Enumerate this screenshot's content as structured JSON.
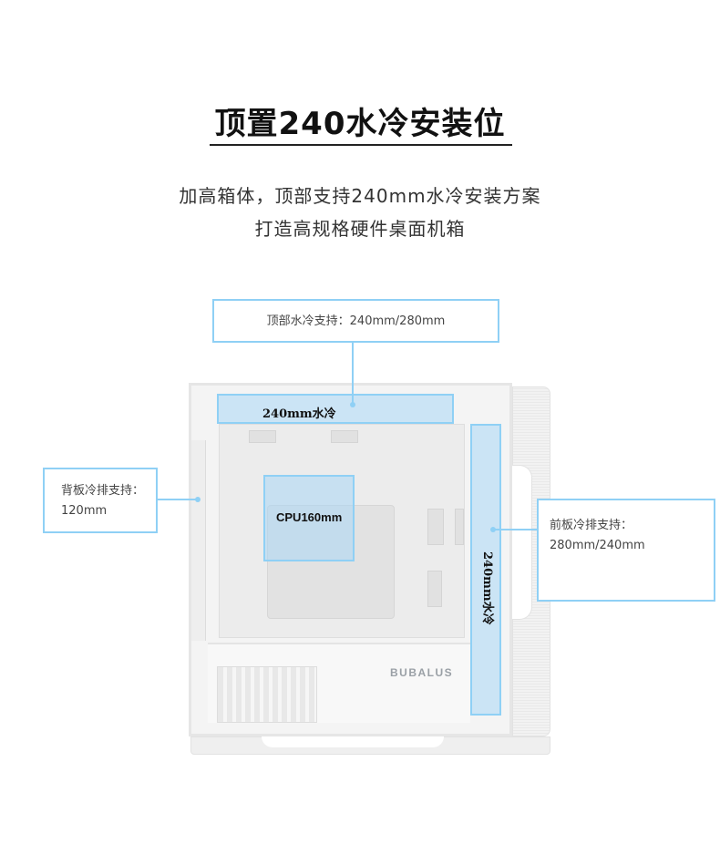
{
  "heading": {
    "title": "顶置240水冷安装位",
    "subtitle_line1": "加高箱体，顶部支持240mm水冷安装方案",
    "subtitle_line2": "打造高规格硬件桌面机箱"
  },
  "callouts": {
    "top": "顶部水冷支持：240mm/280mm",
    "rear_title": "背板冷排支持：",
    "rear_value": "120mm",
    "front_title": "前板冷排支持：",
    "front_value": "280mm/240mm"
  },
  "zones": {
    "top_label": "240mm水冷",
    "cpu_label": "CPU160mm",
    "front_label": "240mm水冷"
  },
  "case": {
    "brand": "BUBALUS"
  },
  "colors": {
    "accent": "#8fd0f5",
    "zone_fill": "#aad7f5"
  }
}
